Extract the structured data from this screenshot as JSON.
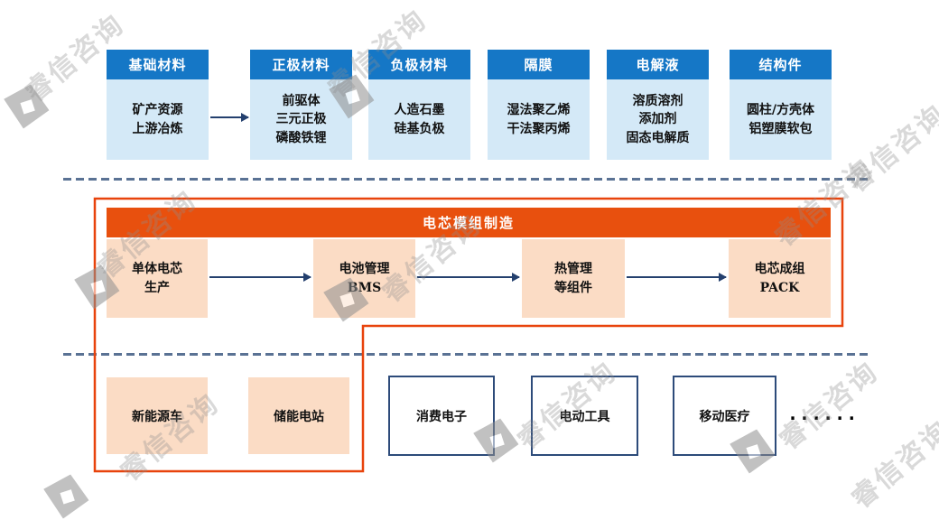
{
  "watermark": {
    "text": "睿信咨询"
  },
  "upstream": {
    "columns": [
      {
        "header": "基础材料",
        "lines": [
          "矿产资源",
          "上游冶炼"
        ]
      },
      {
        "header": "正极材料",
        "lines": [
          "前驱体",
          "三元正极",
          "磷酸铁锂"
        ]
      },
      {
        "header": "负极材料",
        "lines": [
          "人造石墨",
          "硅基负极"
        ]
      },
      {
        "header": "隔膜",
        "lines": [
          "湿法聚乙烯",
          "干法聚丙烯"
        ]
      },
      {
        "header": "电解液",
        "lines": [
          "溶质溶剂",
          "添加剂",
          "固态电解质"
        ]
      },
      {
        "header": "结构件",
        "lines": [
          "圆柱/方壳体",
          "铝塑膜软包"
        ]
      }
    ]
  },
  "midstream": {
    "title": "电芯模组制造",
    "steps": [
      {
        "lines": [
          "单体电芯",
          "生产"
        ]
      },
      {
        "lines": [
          "电池管理",
          "BMS"
        ]
      },
      {
        "lines": [
          "热管理",
          "等组件"
        ]
      },
      {
        "lines": [
          "电芯成组",
          "PACK"
        ]
      }
    ]
  },
  "downstream": {
    "in_scope": [
      "新能源车",
      "储能电站"
    ],
    "out_scope": [
      "消费电子",
      "电动工具",
      "移动医疗"
    ],
    "more": "......"
  },
  "colors": {
    "header_blue": "#1577C6",
    "body_blue": "#D4E9F7",
    "orange": "#E8500E",
    "peach": "#FBDCC5",
    "navy": "#24406E",
    "box_border": "#2D4B7A",
    "red_outline": "#E8430C",
    "dash": "#5A7294",
    "text": "#111111",
    "wm": "#8F8F8F"
  }
}
